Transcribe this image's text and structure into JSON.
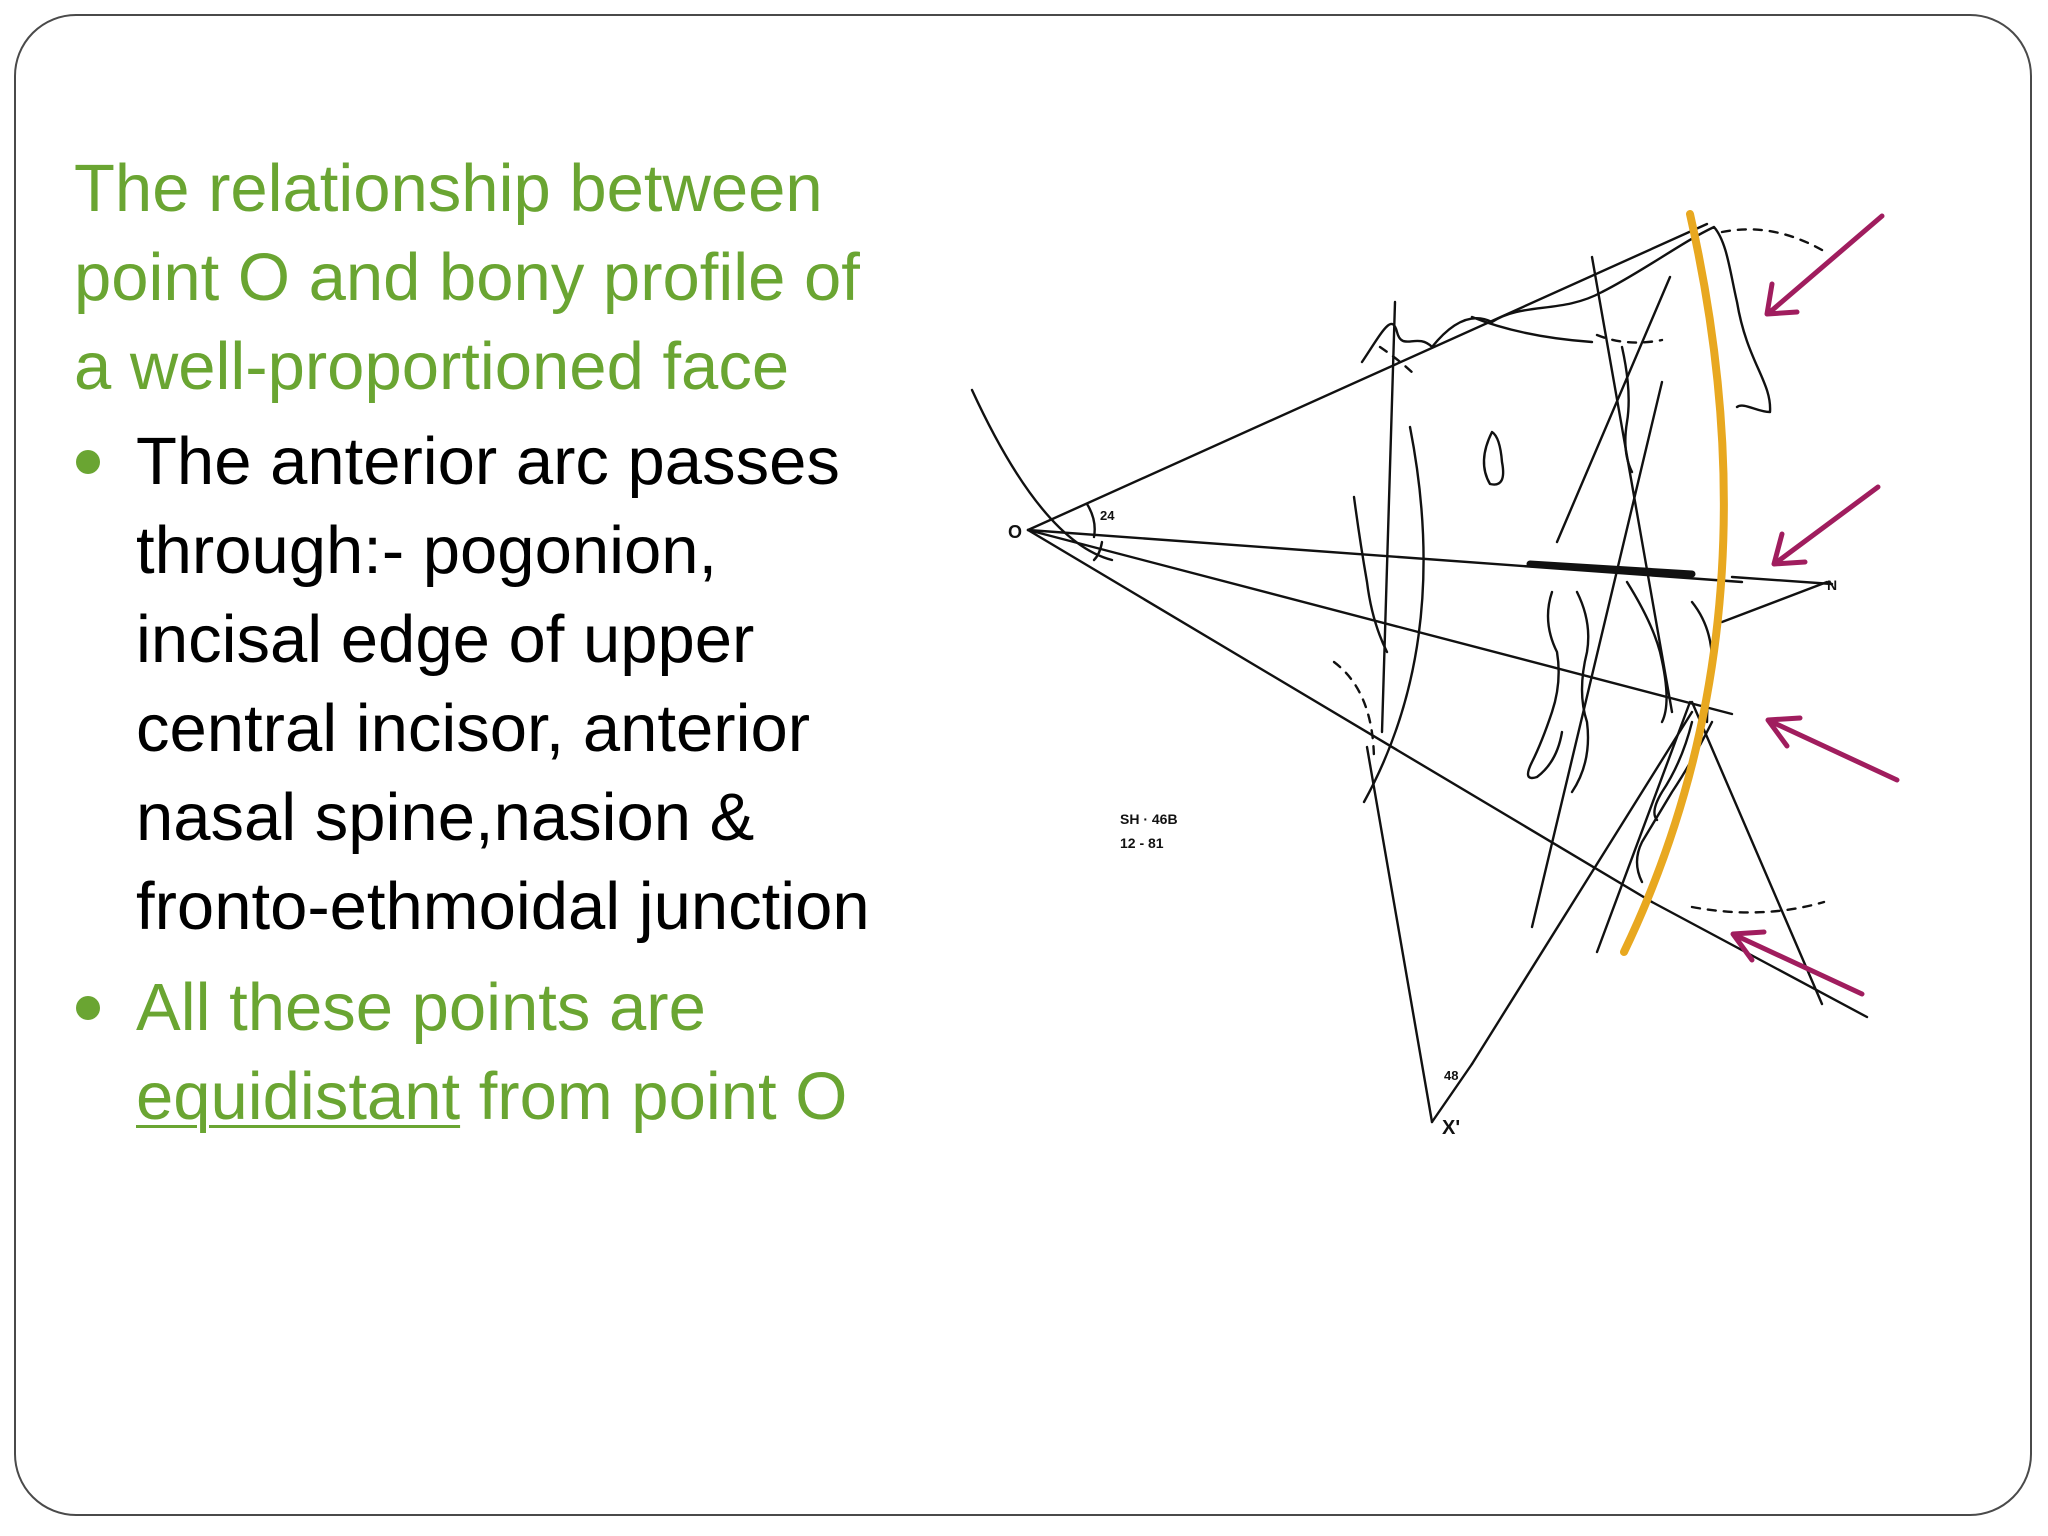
{
  "title": "The relationship between point O and bony profile of a well-proportioned face",
  "bullets": [
    {
      "text": "The anterior arc passes through:- pogonion, incisal edge of upper central incisor,  anterior nasal spine,nasion & fronto-ethmoidal junction"
    },
    {
      "before": "All these points are ",
      "emphasis": "equidistant",
      "after": " from point O"
    }
  ],
  "diagram": {
    "labels": {
      "origin": "O",
      "n_point": "N",
      "x_point": "X'",
      "annot_1": "SH · 46B",
      "annot_2": "12 - 81",
      "angle_top": "24",
      "angle_bottom": "48"
    }
  },
  "colors": {
    "title_green": "#6aa532",
    "arc_orange": "#e8a820",
    "arrow_maroon": "#a01d5e",
    "line_black": "#111111"
  }
}
